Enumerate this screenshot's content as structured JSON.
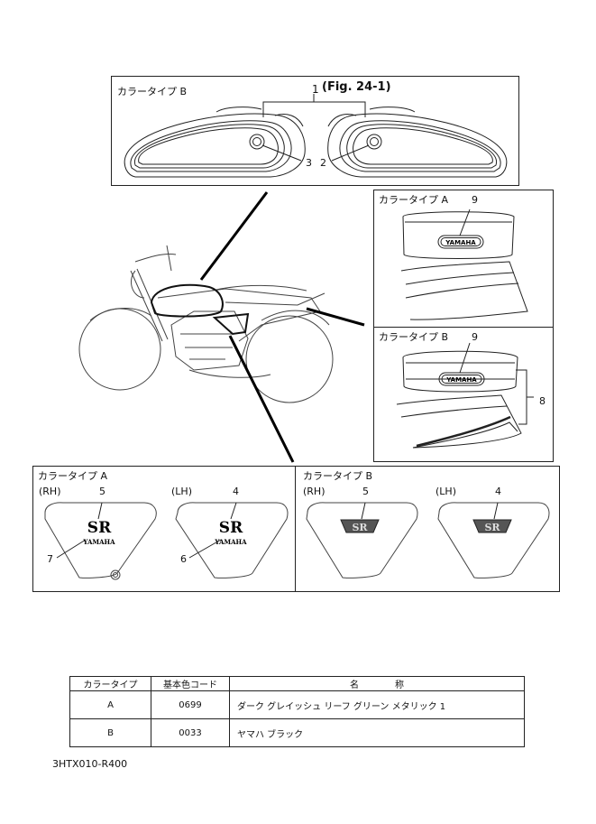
{
  "top_panel": {
    "title": "カラータイプ B",
    "fig_num": "1",
    "fig_ref": "(Fig. 24-1)",
    "callouts": [
      "3",
      "2"
    ]
  },
  "right_top_panel": {
    "title": "カラータイプ A",
    "callout": "9",
    "badge": "YAMAHA"
  },
  "right_bottom_panel": {
    "title": "カラータイプ B",
    "callout": "9",
    "badge": "YAMAHA",
    "bracket_callout": "8"
  },
  "bottom_left_panel": {
    "title": "カラータイプ A",
    "rh_label": "(RH)",
    "lh_label": "(LH)",
    "rh_callout": "5",
    "lh_callout": "4",
    "rh_callout2": "7",
    "lh_callout2": "6",
    "emblem_sr": "SR",
    "emblem_yamaha": "YAMAHA"
  },
  "bottom_right_panel": {
    "title": "カラータイプ B",
    "rh_label": "(RH)",
    "lh_label": "(LH)",
    "rh_callout": "5",
    "lh_callout": "4"
  },
  "table": {
    "headers": [
      "カラータイプ",
      "基本色コード",
      "名　　　　称"
    ],
    "rows": [
      {
        "type": "A",
        "code": "0699",
        "name": "ダーク グレイッシュ リーフ グリーン メタリック 1"
      },
      {
        "type": "B",
        "code": "0033",
        "name": "ヤマハ ブラック"
      }
    ]
  },
  "diagram_code": "3HTX010-R400"
}
